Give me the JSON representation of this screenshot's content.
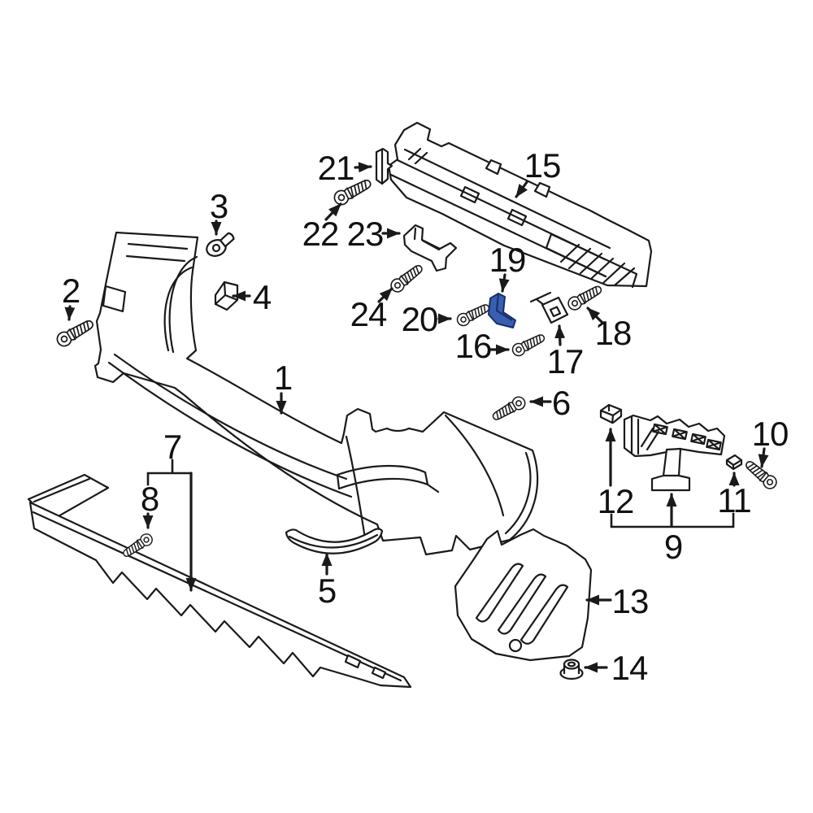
{
  "diagram": {
    "background": "#ffffff",
    "line_color": "#1a1a1a",
    "highlight_color": "#3a5fae",
    "highlighted_callout": "19",
    "callouts": [
      "1",
      "2",
      "3",
      "4",
      "5",
      "6",
      "7",
      "8",
      "9",
      "10",
      "11",
      "12",
      "13",
      "14",
      "15",
      "16",
      "17",
      "18",
      "19",
      "20",
      "21",
      "22",
      "23",
      "24"
    ]
  }
}
